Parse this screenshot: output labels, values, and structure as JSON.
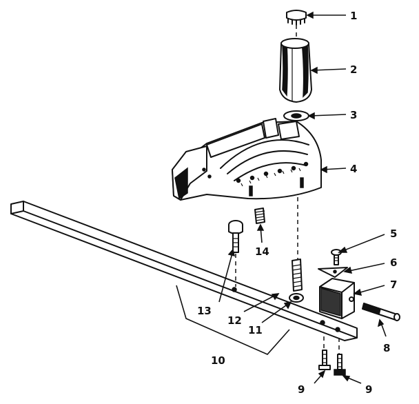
{
  "diagram": {
    "parts": [
      {
        "id": "part-1",
        "label": "1"
      },
      {
        "id": "part-2",
        "label": "2"
      },
      {
        "id": "part-3",
        "label": "3"
      },
      {
        "id": "part-4",
        "label": "4"
      },
      {
        "id": "part-5",
        "label": "5"
      },
      {
        "id": "part-6",
        "label": "6"
      },
      {
        "id": "part-7",
        "label": "7"
      },
      {
        "id": "part-8",
        "label": "8"
      },
      {
        "id": "part-9a",
        "label": "9"
      },
      {
        "id": "part-9b",
        "label": "9"
      },
      {
        "id": "part-10",
        "label": "10"
      },
      {
        "id": "part-11",
        "label": "11"
      },
      {
        "id": "part-12",
        "label": "12"
      },
      {
        "id": "part-13",
        "label": "13"
      },
      {
        "id": "part-14",
        "label": "14"
      }
    ]
  },
  "colors": {
    "ink": "#111111",
    "paper": "#ffffff"
  }
}
